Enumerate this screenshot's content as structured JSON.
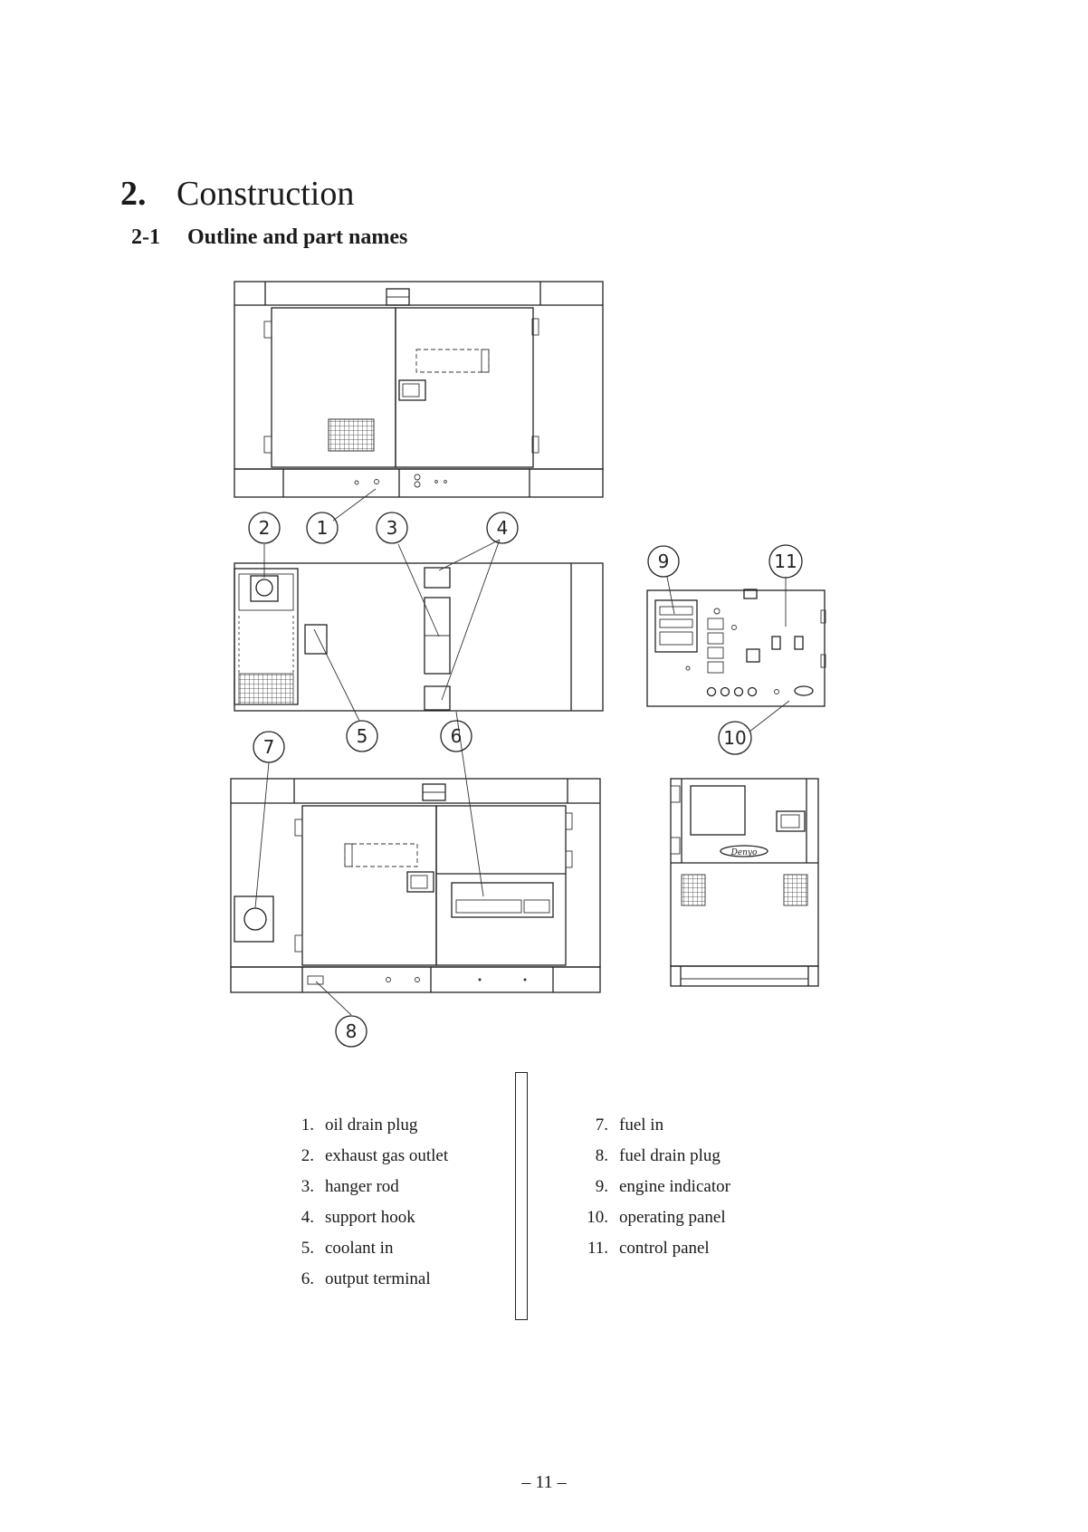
{
  "heading": {
    "number": "2.",
    "title": "Construction"
  },
  "subheading": {
    "number": "2-1",
    "title": "Outline and part names"
  },
  "callouts": [
    "1",
    "2",
    "3",
    "4",
    "5",
    "6",
    "7",
    "8",
    "9",
    "10",
    "11"
  ],
  "logo_text": "Denyo",
  "parts_left": [
    {
      "num": "1.",
      "name": "oil drain plug"
    },
    {
      "num": "2.",
      "name": "exhaust gas outlet"
    },
    {
      "num": "3.",
      "name": "hanger rod"
    },
    {
      "num": "4.",
      "name": "support hook"
    },
    {
      "num": "5.",
      "name": "coolant in"
    },
    {
      "num": "6.",
      "name": "output terminal"
    }
  ],
  "parts_right": [
    {
      "num": "7.",
      "name": "fuel in"
    },
    {
      "num": "8.",
      "name": "fuel drain plug"
    },
    {
      "num": "9.",
      "name": "engine indicator"
    },
    {
      "num": "10.",
      "name": "operating panel"
    },
    {
      "num": "11.",
      "name": "control panel"
    }
  ],
  "page_number": "– 11 –"
}
